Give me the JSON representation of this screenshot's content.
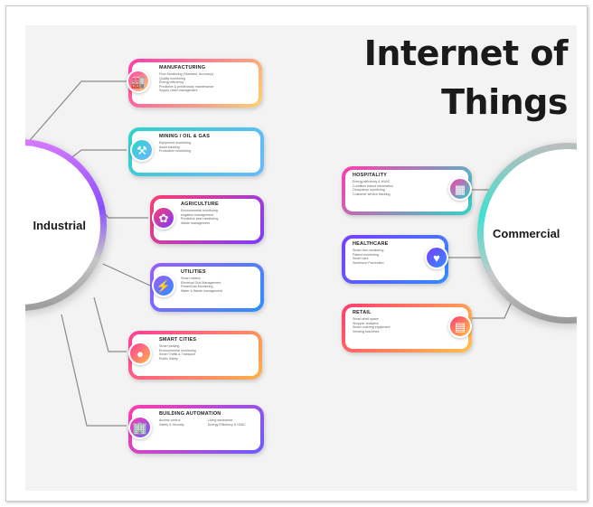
{
  "title_line1": "Internet of",
  "title_line2": "Things",
  "hubs": {
    "industrial": "Industrial",
    "commercial": "Commercial"
  },
  "industrial_categories": [
    {
      "title": "MANUFACTURING",
      "items": [
        "Flow Monitoring (Standard, Accuracy)",
        "Quality monitoring",
        "Energy efficiency",
        "Predictive & preditionary maintenance",
        "Supply chain management"
      ],
      "colors": [
        "#ff3cac",
        "#ffd36e"
      ],
      "icon": "factory-icon"
    },
    {
      "title": "MINING / OIL & GAS",
      "items": [
        "Equipment monitoring",
        "Asset tracking",
        "Production monitoring"
      ],
      "colors": [
        "#2ed3c9",
        "#6ab8ff"
      ],
      "icon": "oil-rig-icon"
    },
    {
      "title": "AGRICULTURE",
      "items": [
        "Environmental monitoring",
        "Irrigation management",
        "Predictive pest monitoring",
        "Waste management"
      ],
      "colors": [
        "#ff3c6e",
        "#7b3cff"
      ],
      "icon": "plant-icon"
    },
    {
      "title": "UTILITIES",
      "items": [
        "Smart meters",
        "Electrical Grid Management",
        "Power/Gas Monitoring",
        "Water & Waste management"
      ],
      "colors": [
        "#9b5cff",
        "#2e8fff"
      ],
      "icon": "power-plug-icon"
    },
    {
      "title": "SMART CITIES",
      "items": [
        "Smart parking",
        "Environmental monitoring",
        "Smart Traffic & Transport",
        "Public Safety"
      ],
      "colors": [
        "#ff3c9b",
        "#ffb347"
      ],
      "icon": "traffic-light-icon"
    },
    {
      "title": "BUILDING AUTOMATION",
      "items": [
        "Access control",
        "Safety & Security",
        "Living assistance",
        "Energy Efficiency & HVAC"
      ],
      "colors": [
        "#ff3cac",
        "#6a5cff"
      ],
      "icon": "building-icon"
    }
  ],
  "commercial_categories": [
    {
      "title": "HOSPITALITY",
      "items": [
        "Energy efficiency & HVAC",
        "Condition based information",
        "Occupancy monitoring",
        "Customer service tracking"
      ],
      "colors": [
        "#ff3cac",
        "#2ed3c9"
      ],
      "icon": "hotel-icon"
    },
    {
      "title": "HEALTHCARE",
      "items": [
        "Smart bed monitoring",
        "Patient monitoring",
        "Smart cars",
        "Workforce Prevention"
      ],
      "colors": [
        "#7b3cff",
        "#2e8fff"
      ],
      "icon": "heart-hands-icon"
    },
    {
      "title": "RETAIL",
      "items": [
        "Smart shelf space",
        "Shopper analytics",
        "Smart ordering equipment",
        "Vending machines"
      ],
      "colors": [
        "#ff3c6e",
        "#ffc24a"
      ],
      "icon": "storefront-icon"
    }
  ]
}
